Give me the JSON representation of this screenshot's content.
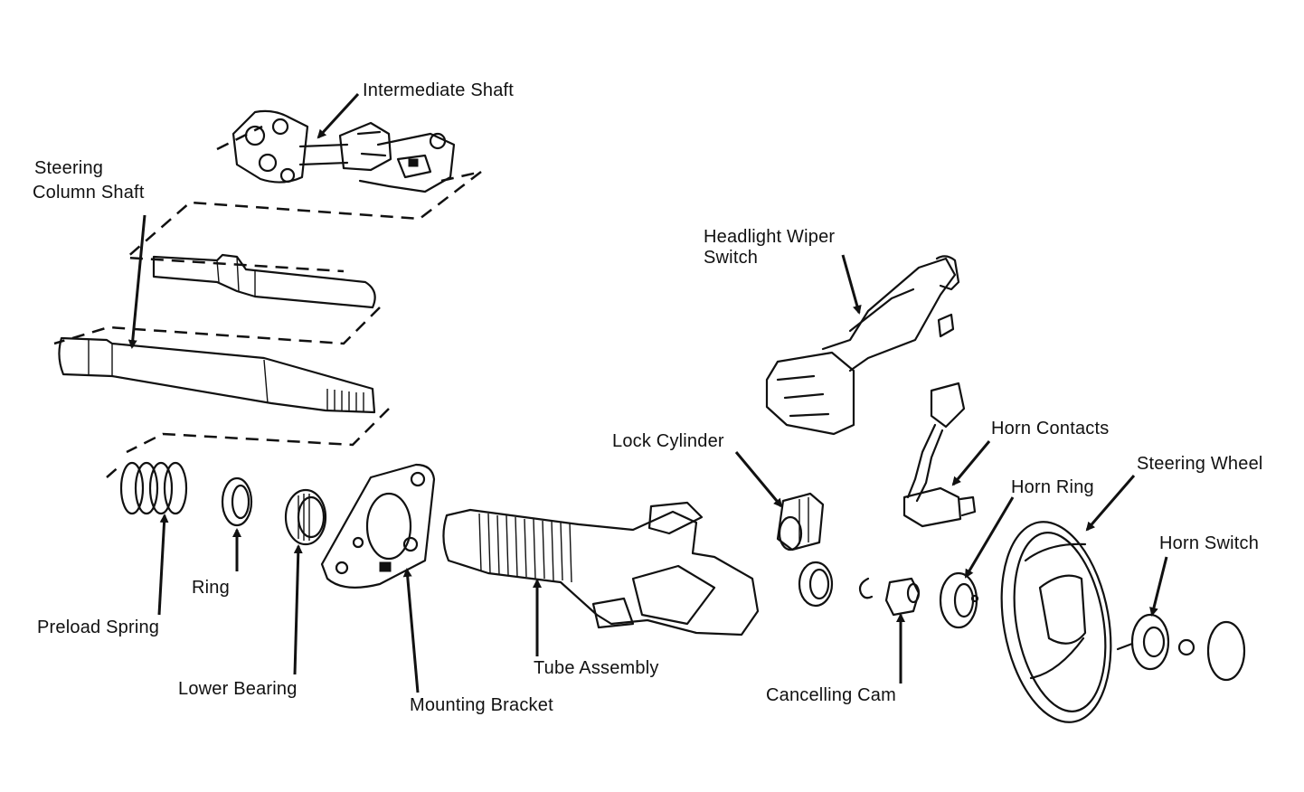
{
  "diagram": {
    "labels": {
      "intermediate_shaft": "Intermediate Shaft",
      "steering_column_shaft_line1": "Steering",
      "steering_column_shaft_line2": "Column Shaft",
      "headlight_wiper_switch_line1": "Headlight Wiper",
      "headlight_wiper_switch_line2": "Switch",
      "horn_contacts": "Horn Contacts",
      "lock_cylinder": "Lock Cylinder",
      "steering_wheel": "Steering Wheel",
      "horn_ring": "Horn Ring",
      "horn_switch": "Horn Switch",
      "ring": "Ring",
      "preload_spring": "Preload Spring",
      "lower_bearing": "Lower Bearing",
      "mounting_bracket": "Mounting Bracket",
      "tube_assembly": "Tube Assembly",
      "cancelling_cam": "Cancelling Cam"
    }
  }
}
